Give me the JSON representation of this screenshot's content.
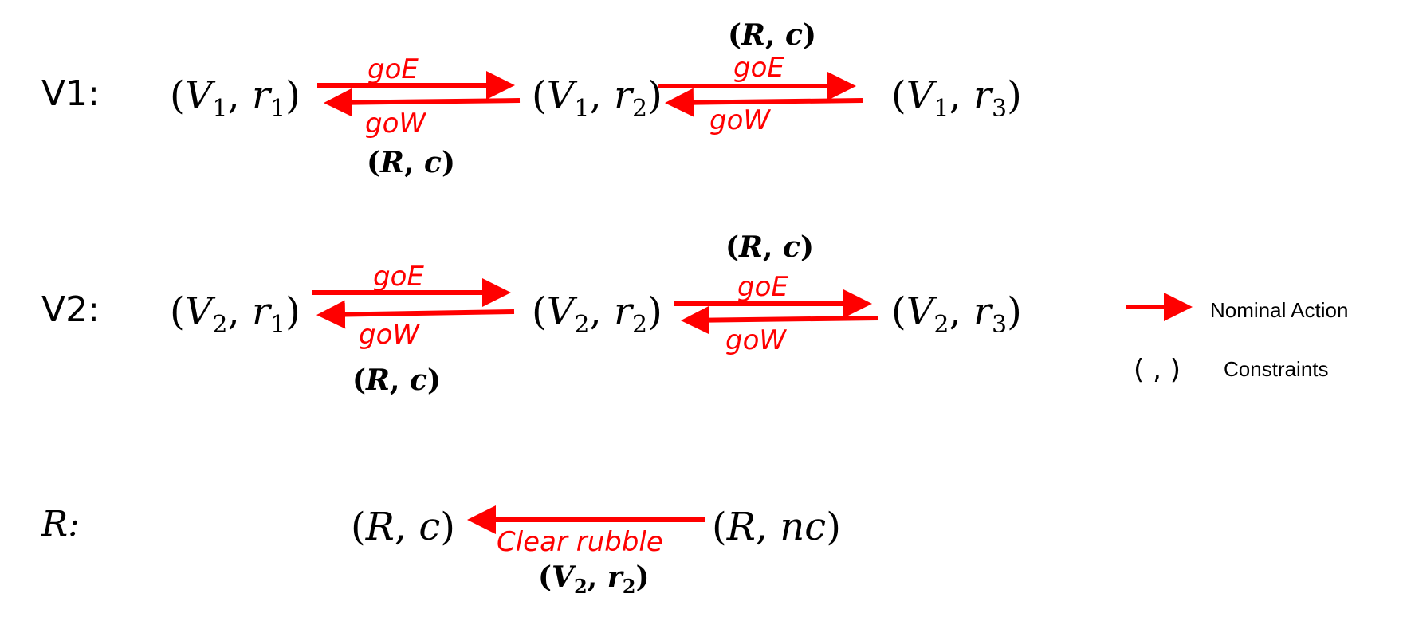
{
  "colors": {
    "arrow": "#ff0000",
    "text": "#000000",
    "background": "#ffffff"
  },
  "rows": {
    "v1": {
      "label": "V1:",
      "s1": {
        "sym": "V",
        "sub": "1",
        "loc": "r",
        "locsub": "1"
      },
      "s2": {
        "sym": "V",
        "sub": "1",
        "loc": "r",
        "locsub": "2"
      },
      "s3": {
        "sym": "V",
        "sub": "1",
        "loc": "r",
        "locsub": "3"
      },
      "goE1": "goE",
      "goW1": "goW",
      "goE2": "goE",
      "goW2": "goW",
      "cons1": {
        "a": "R",
        "b": "c"
      },
      "cons2": {
        "a": "R",
        "b": "c"
      }
    },
    "v2": {
      "label": "V2:",
      "s1": {
        "sym": "V",
        "sub": "2",
        "loc": "r",
        "locsub": "1"
      },
      "s2": {
        "sym": "V",
        "sub": "2",
        "loc": "r",
        "locsub": "2"
      },
      "s3": {
        "sym": "V",
        "sub": "2",
        "loc": "r",
        "locsub": "3"
      },
      "goE1": "goE",
      "goW1": "goW",
      "goE2": "goE",
      "goW2": "goW",
      "cons1": {
        "a": "R",
        "b": "c"
      },
      "cons2": {
        "a": "R",
        "b": "c"
      }
    },
    "r": {
      "label": "R:",
      "s1": {
        "a": "R",
        "b": "c"
      },
      "s2": {
        "a": "R",
        "b": "nc"
      },
      "action": "Clear rubble",
      "cons": {
        "a": "V",
        "asub": "2",
        "b": "r",
        "bsub": "2"
      }
    }
  },
  "legend": {
    "nominal_label": "Nominal Action",
    "constraints_symbol": "(   ,   )",
    "constraints_label": "Constraints"
  }
}
